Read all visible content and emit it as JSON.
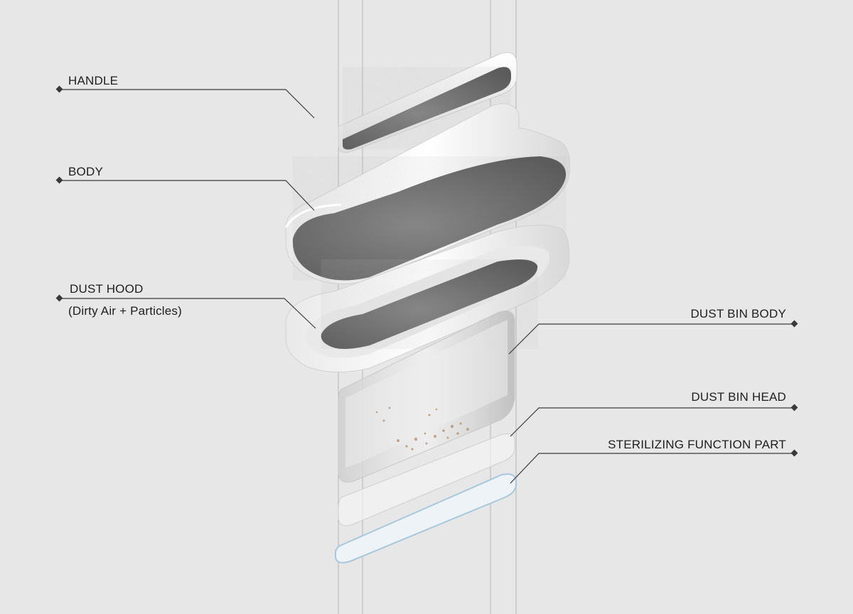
{
  "labels": {
    "handle": "HANDLE",
    "body": "BODY",
    "dust_hood": "DUST HOOD",
    "dust_hood_sub": "(Dirty Air + Particles)",
    "dust_bin_body": "DUST BIN BODY",
    "dust_bin_head": "DUST BIN HEAD",
    "sterilizing": "STERILIZING FUNCTION PART"
  },
  "colors": {
    "background": "#e7e7e7",
    "leader_line": "#3a3a3a",
    "shell_white": "#f7f7f7",
    "felt_gray": "#7a7a7a",
    "sterilizer_blue": "#a9c7dc"
  }
}
